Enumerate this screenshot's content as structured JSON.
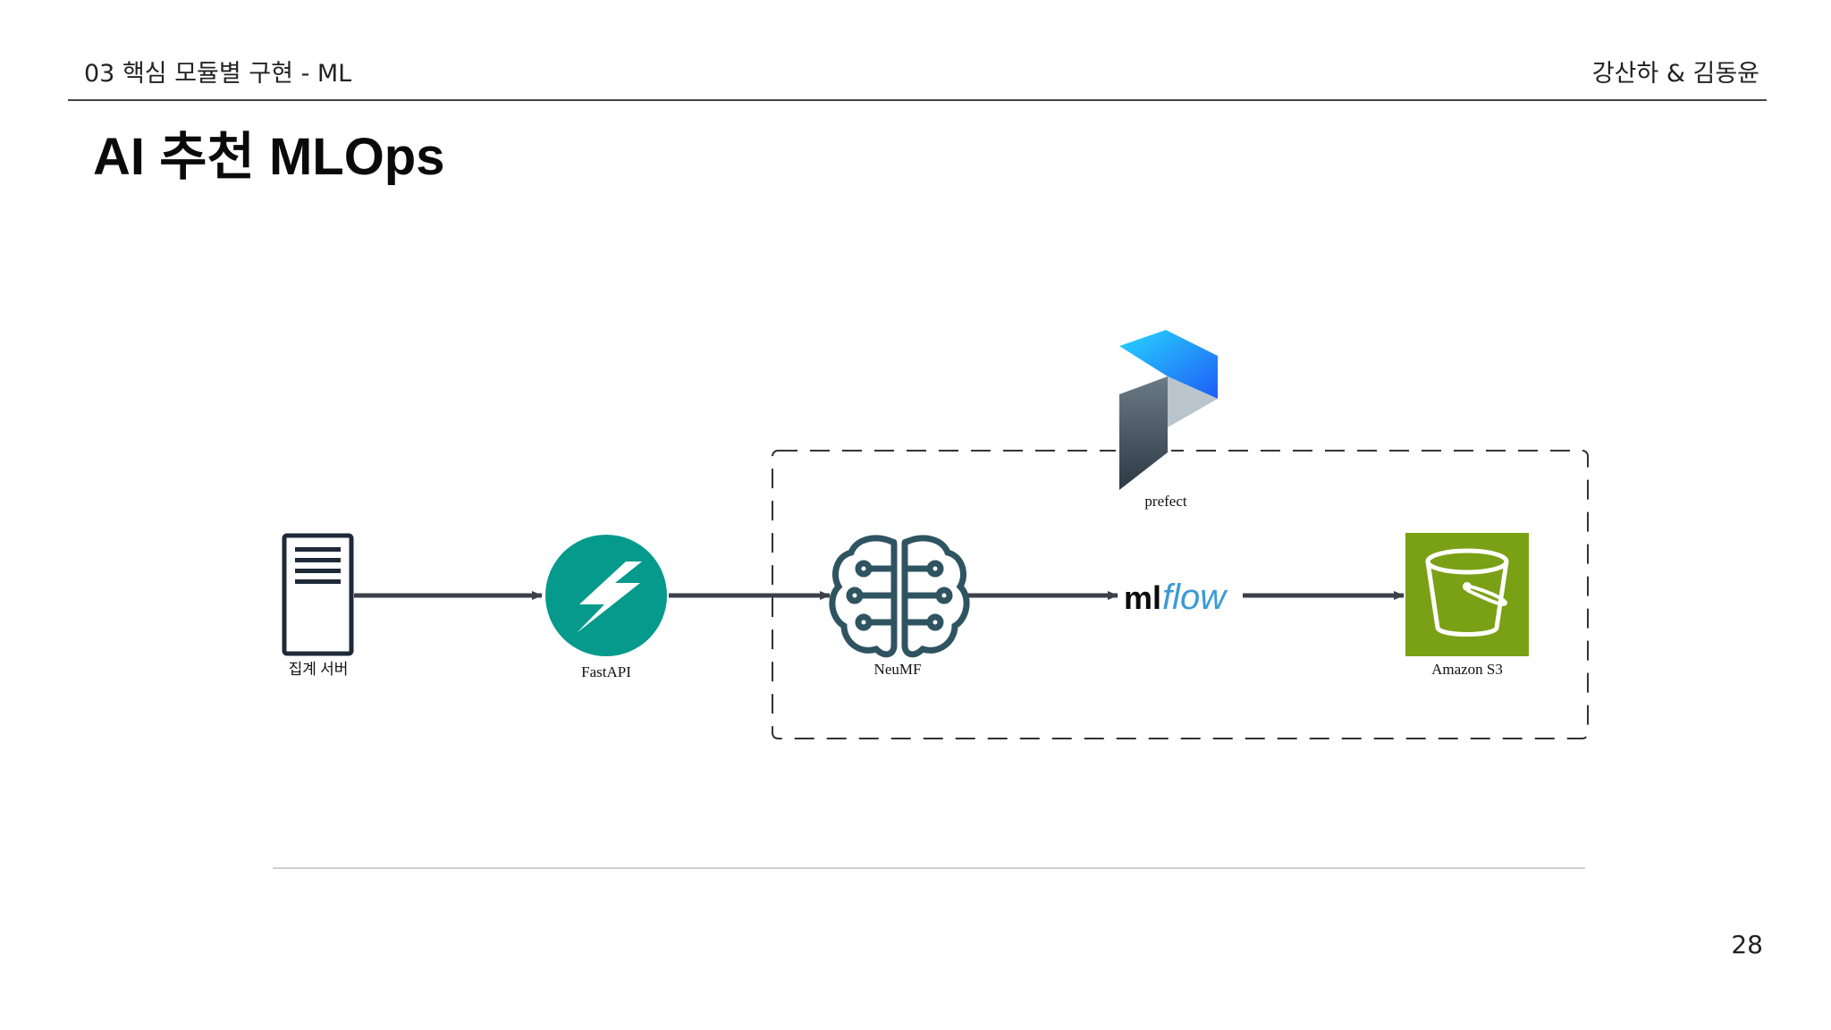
{
  "header": {
    "section": "03 핵심 모듈별 구현 -  ML",
    "authors": "강산하 & 김동윤"
  },
  "title": "AI 추천 MLOps",
  "diagram": {
    "nodes": {
      "server": {
        "label": "집계 서버",
        "icon": "server-icon"
      },
      "fastapi": {
        "label": "FastAPI",
        "icon": "fastapi-logo"
      },
      "neumf": {
        "label": "NeuMF",
        "icon": "brain-icon"
      },
      "mlflow": {
        "label": "flow",
        "prefix": "ml",
        "icon": "mlflow-logo"
      },
      "s3": {
        "label": "Amazon S3",
        "icon": "bucket-icon"
      },
      "prefect": {
        "label": "prefect",
        "icon": "prefect-logo"
      }
    },
    "edges": [
      [
        "server",
        "fastapi"
      ],
      [
        "fastapi",
        "neumf"
      ],
      [
        "neumf",
        "mlflow"
      ],
      [
        "mlflow",
        "s3"
      ]
    ],
    "group": {
      "members": [
        "neumf",
        "mlflow",
        "s3"
      ],
      "orchestrator": "prefect",
      "style": "dashed"
    },
    "colors": {
      "arrow": "#3c4149",
      "fastapi": "#059a8c",
      "brain": "#2f5461",
      "mlflow_blue": "#3b9ad6",
      "s3": "#7aa116",
      "prefect_blue": "#1f6cf5"
    }
  },
  "page_number": "28"
}
